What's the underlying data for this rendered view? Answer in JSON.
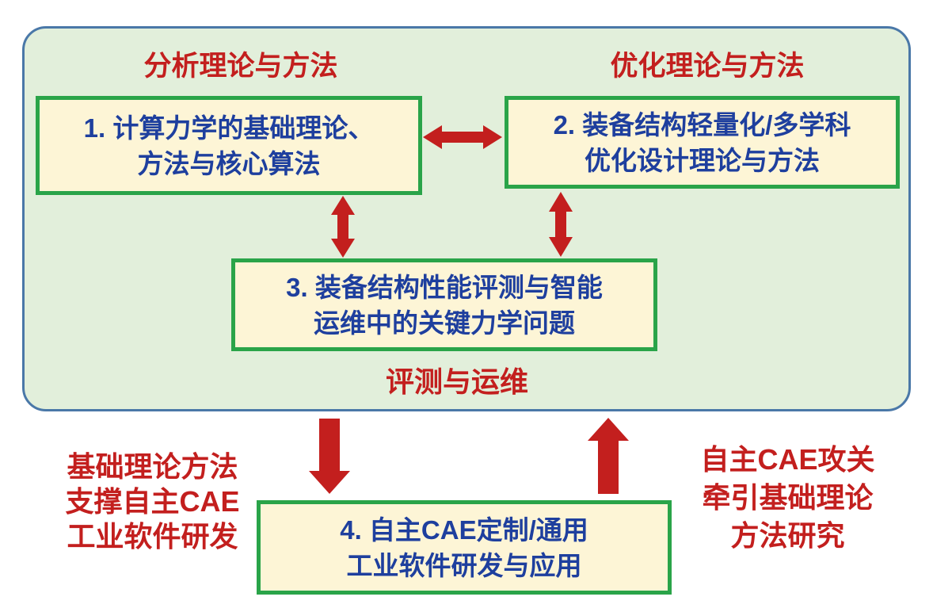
{
  "panel": {
    "label_left": "分析理论与方法",
    "label_right": "优化理论与方法",
    "label_bottom": "评测与运维"
  },
  "boxes": {
    "box1": {
      "line1": "1. 计算力学的基础理论、",
      "line2": "方法与核心算法"
    },
    "box2": {
      "line1": "2. 装备结构轻量化/多学科",
      "line2": "优化设计理论与方法"
    },
    "box3": {
      "line1": "3.  装备结构性能评测与智能",
      "line2": "运维中的关键力学问题"
    },
    "box4": {
      "line1": "4. 自主CAE定制/通用",
      "line2": "工业软件研发与应用"
    }
  },
  "side_notes": {
    "left": {
      "line1": "基础理论方法",
      "line2": "支撑自主CAE",
      "line3": "工业软件研发"
    },
    "right": {
      "line1": "自主CAE攻关",
      "line2": "牵引基础理论",
      "line3": "方法研究"
    }
  },
  "icons": {
    "horizontal_double_arrow": "double-headed-arrow-horizontal",
    "vertical_double_arrow": "double-headed-arrow-vertical",
    "down_arrow": "thick-down-arrow",
    "up_arrow": "thick-up-arrow"
  },
  "colors": {
    "panel_fill": "#e2efdb",
    "panel_border": "#4a78a8",
    "box_fill": "#fdf5d6",
    "box_border": "#2aa449",
    "box_text": "#1e3f9e",
    "red": "#c31f1e"
  }
}
